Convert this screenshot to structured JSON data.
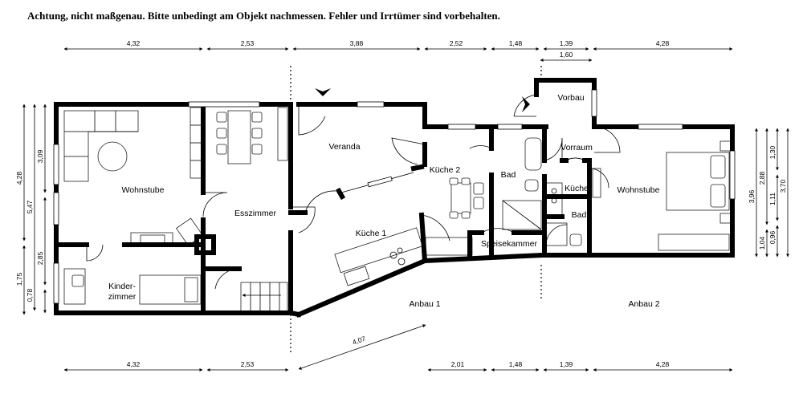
{
  "disclaimer": "Achtung, nicht maßgenau. Bitte unbedingt am Objekt nachmessen. Fehler und Irrtümer sind vorbehalten.",
  "dimensions": {
    "top": [
      "4,32",
      "2,53",
      "3,88",
      "2,52",
      "1,48",
      "1,39",
      "4,28"
    ],
    "top_second": "1,60",
    "bottom": [
      "4,32",
      "2,53",
      "2,01",
      "1,48",
      "1,39",
      "4,28"
    ],
    "diagonal": "4,07",
    "left_outer": [
      "4,28",
      "1,75"
    ],
    "left_mid": [
      "3,09",
      "5,47",
      "2,85",
      "0,78"
    ],
    "right_outer": [
      "3,96"
    ],
    "right_mid": [
      "2,88",
      "1,04"
    ],
    "right_inner": [
      "1,30",
      "1,11",
      "0,96"
    ],
    "right_far": [
      "3,70"
    ]
  },
  "rooms": {
    "wohnstube_left": "Wohnstube",
    "esszimmer": "Esszimmer",
    "veranda": "Veranda",
    "kueche1": "Küche 1",
    "kueche2": "Küche 2",
    "bad": "Bad",
    "speisekammer": "Speisekammer",
    "vorbau": "Vorbau",
    "vorraum": "Vorraum",
    "kueche_small": "Küche",
    "bad_small": "Bad",
    "wohnstube_right": "Wohnstube",
    "kinder_line1": "Kinder-",
    "kinder_line2": "zimmer",
    "anbau1": "Anbau 1",
    "anbau2": "Anbau 2"
  }
}
